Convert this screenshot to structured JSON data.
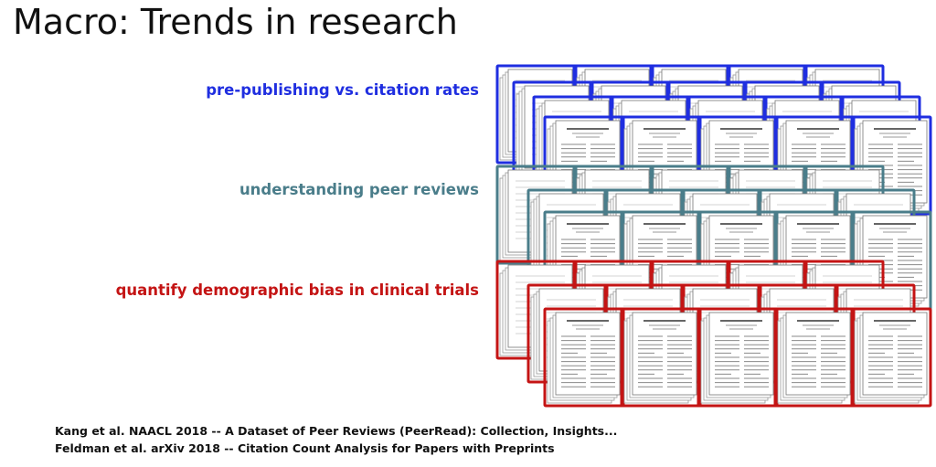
{
  "slide": {
    "title": "Macro: Trends in research"
  },
  "labels": [
    {
      "text": "pre-publishing vs. citation rates",
      "color": "#1f2ee0"
    },
    {
      "text": "understanding peer reviews",
      "color": "#4a7d8a"
    },
    {
      "text": "quantify demographic bias in clinical trials",
      "color": "#c41414"
    }
  ],
  "references": [
    "Kang et al. NAACL 2018 -- A Dataset of Peer Reviews (PeerRead): Collection, Insights...",
    "Feldman et al. arXiv 2018 -- Citation Count Analysis for Papers with Preprints"
  ],
  "groups": [
    {
      "name": "blue",
      "border": "#1f2ee0"
    },
    {
      "name": "teal",
      "border": "#4a7d8a"
    },
    {
      "name": "red",
      "border": "#c41414"
    }
  ],
  "icons": [
    "paper-page-icon"
  ]
}
